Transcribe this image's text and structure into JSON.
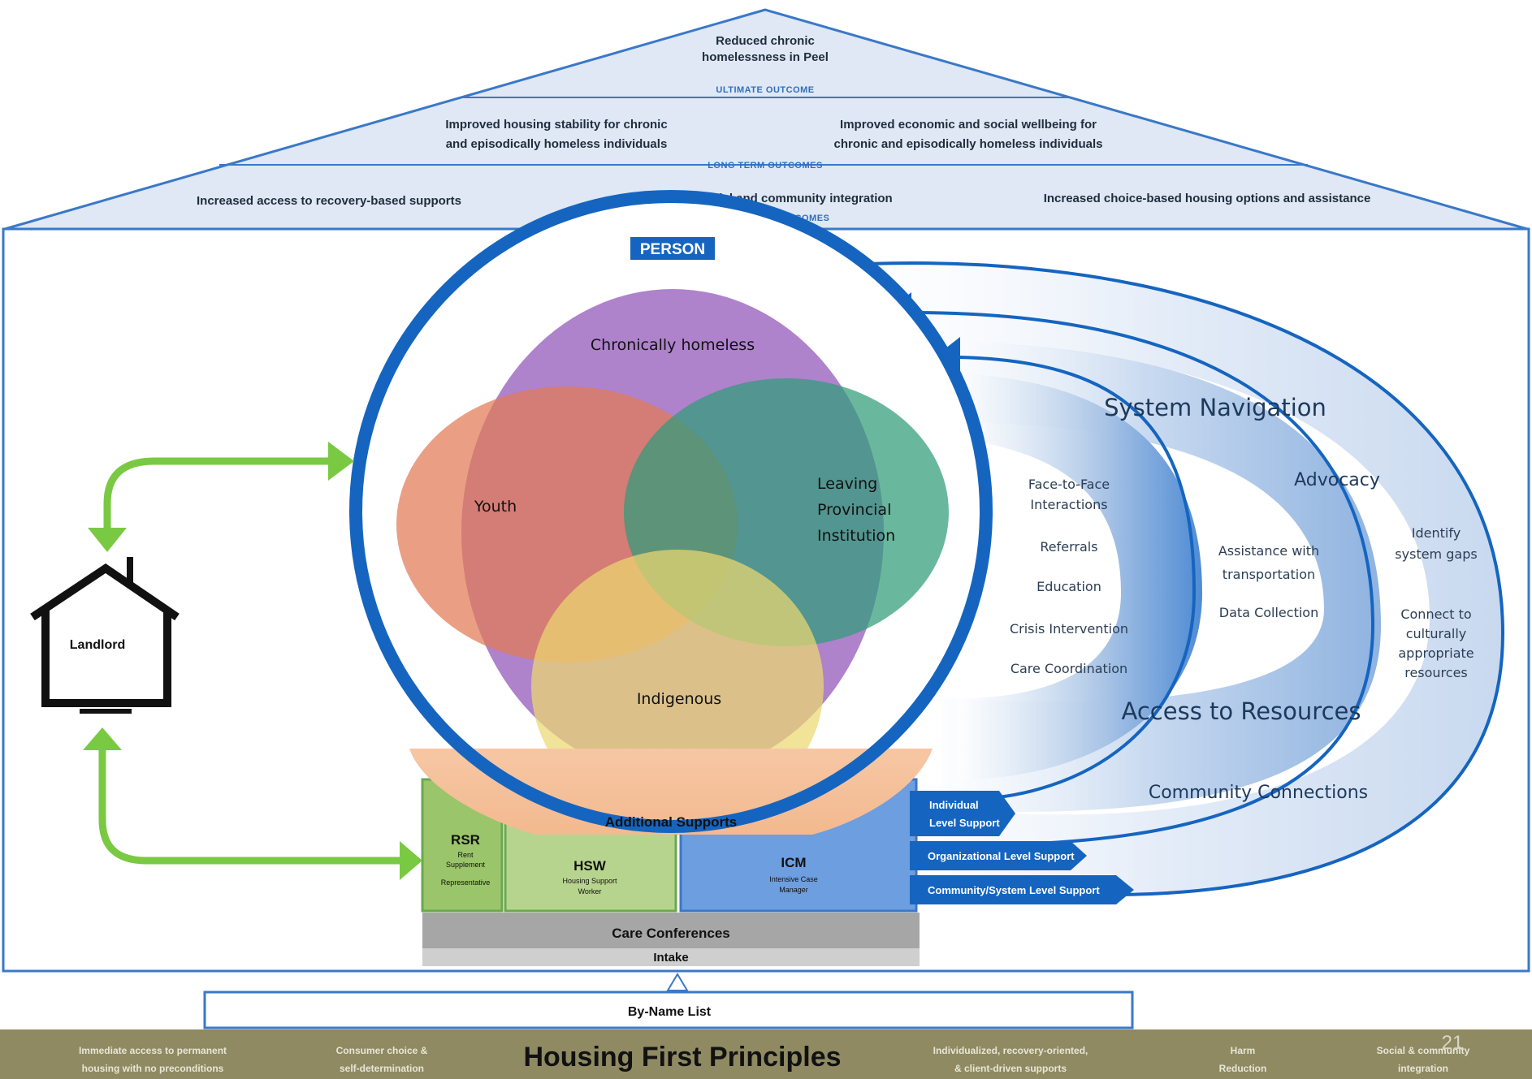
{
  "roof": {
    "ultimate_text_1": "Reduced chronic",
    "ultimate_text_2": "homelessness in Peel",
    "ultimate_label": "ULTIMATE OUTCOME",
    "long_term_left_1": "Improved housing stability for chronic",
    "long_term_left_2": "and episodically homeless individuals",
    "long_term_right_1": "Improved economic and social wellbeing for",
    "long_term_right_2": "chronic and episodically homeless individuals",
    "long_term_label": "LONG TERM OUTCOMES",
    "intermediate_1": "Increased access to recovery-based supports",
    "intermediate_2": "Increased social and community integration",
    "intermediate_3": "Increased choice-based housing options and assistance",
    "intermediate_label": "INTERMEDIATE OUTCOMES"
  },
  "person": {
    "label": "PERSON",
    "chronic": "Chronically homeless",
    "youth": "Youth",
    "leaving_1": "Leaving",
    "leaving_2": "Provincial",
    "leaving_3": "Institution",
    "indigenous": "Indigenous"
  },
  "landlord": {
    "label": "Landlord"
  },
  "navigation": {
    "system_navigation": "System Navigation",
    "advocacy": "Advocacy",
    "access_to_resources": "Access to Resources",
    "community_connections": "Community Connections",
    "inner_items": [
      "Face-to-Face",
      "Interactions",
      "Referrals",
      "Education",
      "Crisis Intervention",
      "Care Coordination"
    ],
    "middle_items": [
      "Assistance with",
      "transportation",
      "Data Collection"
    ],
    "outer_items": [
      "Identify",
      "system gaps",
      "Connect to",
      "culturally",
      "appropriate",
      "resources"
    ]
  },
  "supports": {
    "additional": "Additional Supports",
    "rsr": "RSR",
    "rsr_sub_1": "Rent",
    "rsr_sub_2": "Supplement",
    "rsr_sub_3": "Representative",
    "hsw": "HSW",
    "hsw_sub_1": "Housing Support",
    "hsw_sub_2": "Worker",
    "icm": "ICM",
    "icm_sub_1": "Intensive Case",
    "icm_sub_2": "Manager",
    "care_conferences": "Care Conferences",
    "intake": "Intake",
    "by_name_list": "By-Name List"
  },
  "levels": {
    "individual_1": "Individual",
    "individual_2": "Level Support",
    "organizational": "Organizational Level Support",
    "community": "Community/System Level Support"
  },
  "footer": {
    "title": "Housing First Principles",
    "page_number": "21",
    "p1_line1": "Immediate access to permanent",
    "p1_line2": "housing with no preconditions",
    "p2_line1": "Consumer choice &",
    "p2_line2": "self-determination",
    "p3_line1": "Individualized, recovery-oriented,",
    "p3_line2": "& client-driven supports",
    "p4_line1": "Harm",
    "p4_line2": "Reduction",
    "p5_line1": "Social & community",
    "p5_line2": "integration"
  },
  "colors": {
    "roof_fill": "#dfe8f4",
    "frame_blue": "#3a78c9",
    "person_ring": "#1565c0",
    "arrow_green": "#7ac943",
    "venn_purple": "#a877c8",
    "venn_red": "#e27a55",
    "venn_teal": "#2f9c78",
    "venn_yellow": "#ecd870",
    "footer_olive": "#8f8a62"
  }
}
